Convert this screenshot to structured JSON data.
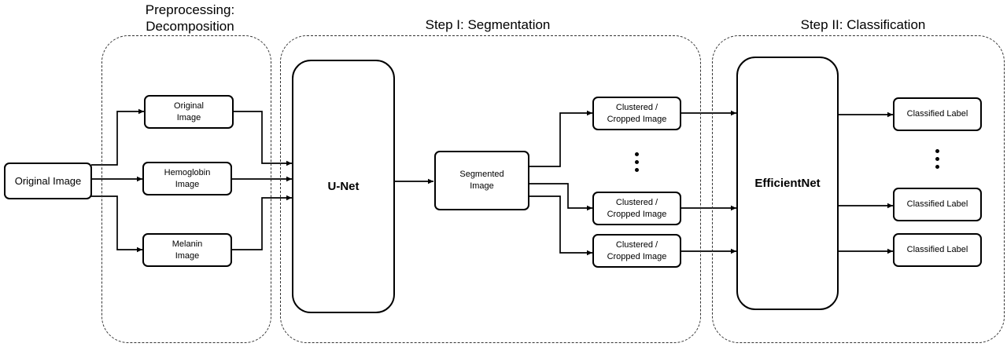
{
  "groups": {
    "preprocessing": "Preprocessing:\nDecomposition",
    "segmentation": "Step I: Segmentation",
    "classification": "Step II: Classification"
  },
  "nodes": {
    "original_input": "Original Image",
    "original": "Original\nImage",
    "hemoglobin": "Hemoglobin\nImage",
    "melanin": "Melanin\nImage",
    "unet": "U-Net",
    "segmented": "Segmented\nImage",
    "clustered_1": "Clustered /\nCropped Image",
    "clustered_2": "Clustered /\nCropped Image",
    "clustered_3": "Clustered /\nCropped Image",
    "efficientnet": "EfficientNet",
    "label_1": "Classified Label",
    "label_2": "Classified Label",
    "label_3": "Classified Label"
  },
  "colors": {
    "line": "#000000",
    "group_border": "#333333"
  }
}
